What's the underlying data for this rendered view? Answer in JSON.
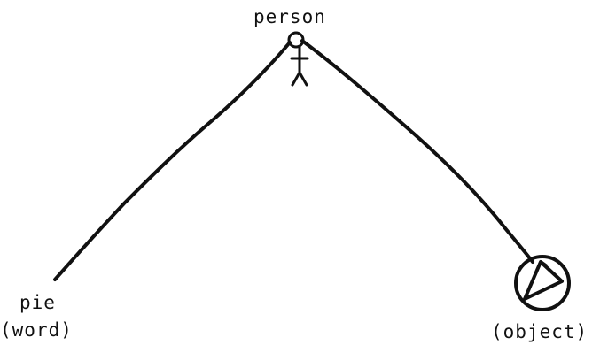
{
  "labels": {
    "person": "person",
    "pie": "pie",
    "word": "(word)",
    "object": "(object)"
  },
  "icons": {
    "apex": "stick-figure-icon",
    "object": "pie-slice-in-circle-icon"
  },
  "colors": {
    "ink": "#111111",
    "background": "#ffffff"
  }
}
